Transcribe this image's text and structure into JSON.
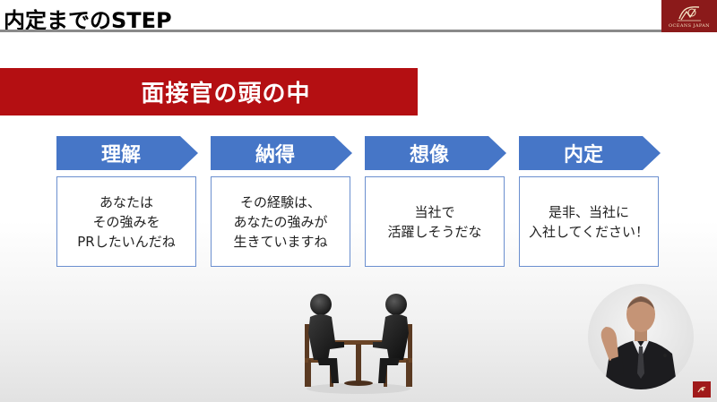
{
  "header": {
    "title": "内定までのSTEP",
    "logo_text": "OCEANS JAPAN",
    "logo_icon": "oceans-japan-emblem",
    "accent_color": "#8b1a1a"
  },
  "banner": {
    "text": "面接官の頭の中",
    "color": "#b40f12"
  },
  "steps": [
    {
      "label": "理解",
      "lines": [
        "あなたは",
        "その強みを",
        "PRしたいんだね"
      ]
    },
    {
      "label": "納得",
      "lines": [
        "その経験は、",
        "あなたの強みが",
        "生きていますね"
      ]
    },
    {
      "label": "想像",
      "lines": [
        "当社で",
        "活躍しそうだな"
      ]
    },
    {
      "label": "内定",
      "lines": [
        "是非、当社に",
        "入社してください！"
      ]
    }
  ],
  "step_color": "#4676c7",
  "illustration": "two-figures-interview-icon",
  "presenter": "presenter-video-icon",
  "corner_badge": "channel-badge-icon"
}
